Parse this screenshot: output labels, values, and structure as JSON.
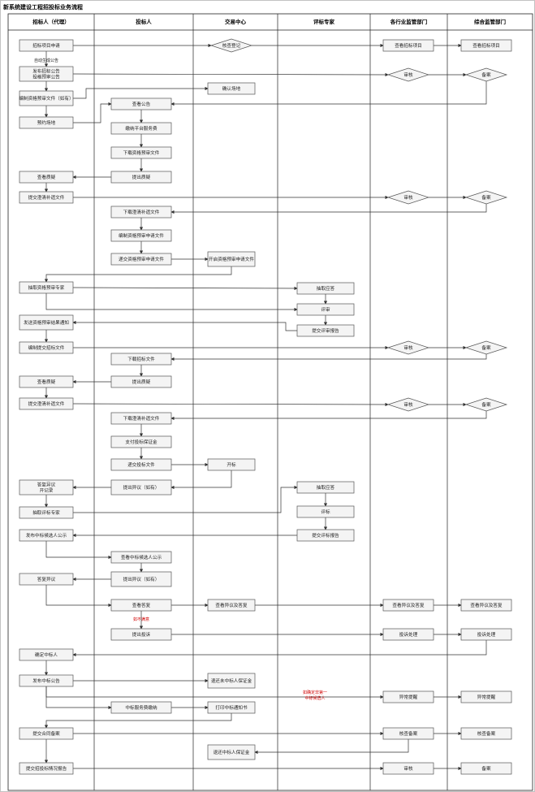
{
  "title": "新系统建设工程招投标业务流程",
  "lanes": [
    "招标人（代理）",
    "投标人",
    "交易中心",
    "评标专家",
    "各行业监管部门",
    "综合监管部门"
  ],
  "nodes": {
    "n1": "招标项目申请",
    "n2": "核查登记",
    "n3": "查看招标项目",
    "n4": "查看招标项目",
    "n5": "发布招标公告/投格预审公告",
    "n6": "审核",
    "n7": "备案",
    "n8": "编制资格预审文件（如有）",
    "n9": "确认场地",
    "n10": "查看公告",
    "n11": "预约场地",
    "n12": "缴纳平台服务费",
    "n13": "下载资格预审文件",
    "n14": "提出质疑",
    "n15": "查看质疑",
    "n16": "提交澄清补遗文件",
    "n17": "审核",
    "n18": "备案",
    "n19": "下载澄清补遗文件",
    "n20": "编制资格预审申请文件",
    "n21": "递交资格预审申请文件",
    "n22": "开启资格预审申请文件",
    "n23": "抽取资格预审专家",
    "n24": "抽取应答",
    "n25": "评审",
    "n26": "提交评审报告",
    "n27": "发送资格预审结果通知",
    "n28": "编制提交招标文件",
    "n29": "审核",
    "n30": "备案",
    "n31": "下载招标文件",
    "n32": "提出质疑",
    "n33": "查看质疑",
    "n34": "提交澄清补遗文件",
    "n35": "审核",
    "n36": "备案",
    "n37": "下载澄清补遗文件",
    "n38": "支付投标保证金",
    "n39": "递交投标文件",
    "n40": "开标",
    "n41": "答复异议/开记录",
    "n42": "提出异议（如有）",
    "n43": "抽取评标专家",
    "n44": "抽取应答",
    "n45": "评标",
    "n46": "提交评标报告",
    "n47": "发布中标候选人公示",
    "n48": "查看中标候选人公示",
    "n49": "答复异议",
    "n50": "提出异议（如有）",
    "n51": "查看答复",
    "n52": "查看异议及答复",
    "n53": "查看异议及答复",
    "n54": "查看异议及答复",
    "n55": "提出投诉",
    "n56": "投诉处理",
    "n57": "投诉处理",
    "n58": "确定中标人",
    "n59": "发布中标公告",
    "n60": "退还未中标人保证金",
    "n61": "异常提醒",
    "n62": "异常提醒",
    "n63": "中标服务费缴纳",
    "n64": "打印中标通知书",
    "n65": "提交合同备案",
    "n66": "核查备案",
    "n67": "核查备案",
    "n68": "退还中标人保证金",
    "n69": "提交招投标情况报告",
    "n70": "审核",
    "n71": "备案"
  },
  "notes": {
    "auto": "自动生成公告",
    "complaint": "如不满意",
    "abnormal": "如确定非第一/中标候选人"
  }
}
